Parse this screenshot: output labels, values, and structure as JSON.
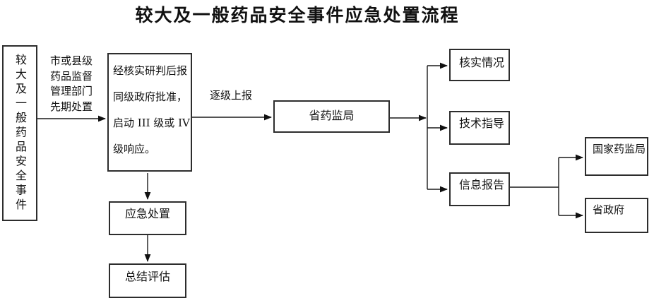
{
  "title": "较大及一般药品安全事件应急处置流程",
  "nodes": {
    "incident": {
      "label": "较大及一般药品安全事件"
    },
    "response": {
      "label": "经核实研判后报\n同级政府批准，\n启动 III 级或 IV\n级响应。"
    },
    "emergency": {
      "label": "应急处置"
    },
    "summary": {
      "label": "总结评估"
    },
    "provincial": {
      "label": "省药监局"
    },
    "verify": {
      "label": "核实情况"
    },
    "guidance": {
      "label": "技术指导"
    },
    "report": {
      "label": "信息报告"
    },
    "national": {
      "label": "国家药监局"
    },
    "provgov": {
      "label": "省政府"
    }
  },
  "edge_labels": {
    "early_disposal": "市或县级\n药品监督\n管理部门\n先期处置",
    "escalate": "逐级上报"
  },
  "colors": {
    "background": "#ffffff",
    "box_border": "#2d2d2d",
    "line": "#1a1a1a",
    "text": "#111111"
  }
}
